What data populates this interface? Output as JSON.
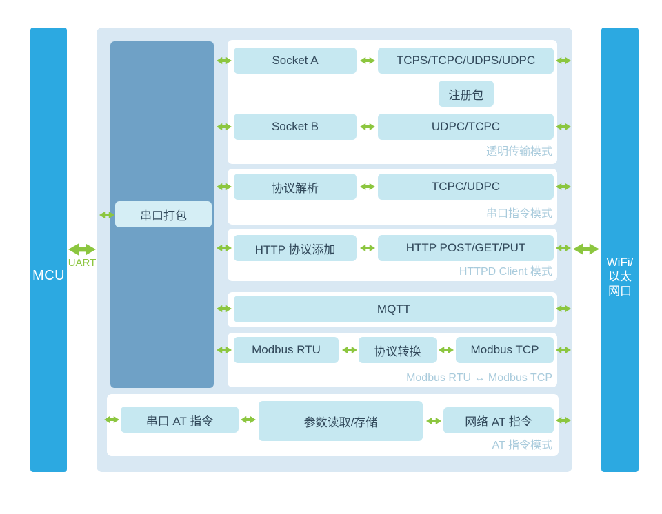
{
  "colors": {
    "endbar_azure": "#2CA9E1",
    "container_blue": "#D9E8F3",
    "core_dark_blue": "#6FA1C6",
    "box_cyan": "#C6E8F1",
    "serial_pack_cyan": "#D5EEF5",
    "arrow_green": "#8CC63F",
    "box_text": "#31485A",
    "mode_label_text": "#A9CBDC",
    "panel_white": "#FFFFFF"
  },
  "left_bar": {
    "label": "MCU"
  },
  "uart_label": "UART",
  "right_bar": {
    "lines": [
      "WiFi/",
      "以太",
      "网口"
    ]
  },
  "core": {
    "serial_pack_label": "串口打包"
  },
  "panels": [
    {
      "mode_label": "透明传输模式",
      "boxes": {
        "socket_a": "Socket A",
        "protocols_a": "TCPS/TCPC/UDPS/UDPC",
        "reg_packet": "注册包",
        "socket_b": "Socket B",
        "protocols_b": "UDPC/TCPC"
      }
    },
    {
      "mode_label": "串口指令模式",
      "boxes": {
        "parse": "协议解析",
        "protocols": "TCPC/UDPC"
      }
    },
    {
      "mode_label": "HTTPD Client 模式",
      "boxes": {
        "http_add": "HTTP 协议添加",
        "http_methods": "HTTP POST/GET/PUT"
      }
    },
    {
      "boxes": {
        "mqtt": "MQTT"
      }
    },
    {
      "mode_label": "Modbus RTU ↔ Modbus TCP",
      "boxes": {
        "rtu": "Modbus RTU",
        "convert": "协议转换",
        "tcp": "Modbus TCP"
      }
    },
    {
      "mode_label": "AT 指令模式",
      "boxes": {
        "serial_at": "串口 AT 指令",
        "param": "参数读取/存储",
        "net_at": "网络 AT 指令"
      }
    }
  ]
}
